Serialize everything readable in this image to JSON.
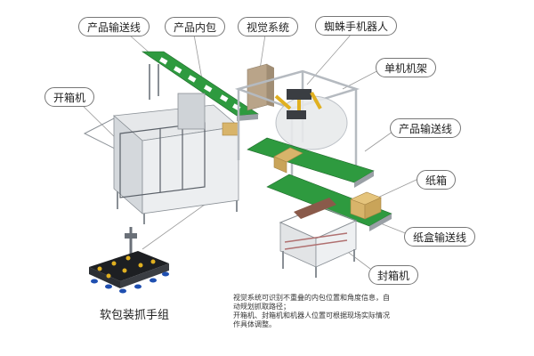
{
  "labels": {
    "product_conveyor_top": "产品输送线",
    "product_inner_pack": "产品内包",
    "vision_system": "视觉系统",
    "spider_robot": "蜘蛛手机器人",
    "single_frame": "单机机架",
    "case_erector": "开箱机",
    "product_conveyor_right": "产品输送线",
    "carton": "纸箱",
    "carton_conveyor": "纸盒输送线",
    "case_sealer": "封箱机",
    "gripper_group": "软包装抓手组"
  },
  "note": "视觉系统可识别不重叠的内包位置和角度信息，自动规划抓取路径；\n开箱机、封箱机和机器人位置可根据现场实际情况作具体调整。",
  "colors": {
    "conveyor_green": "#2e9a3f",
    "carton_tan": "#d8b46a",
    "frame_gray": "#c9ccd0",
    "robot_yellow": "#e0b020"
  }
}
